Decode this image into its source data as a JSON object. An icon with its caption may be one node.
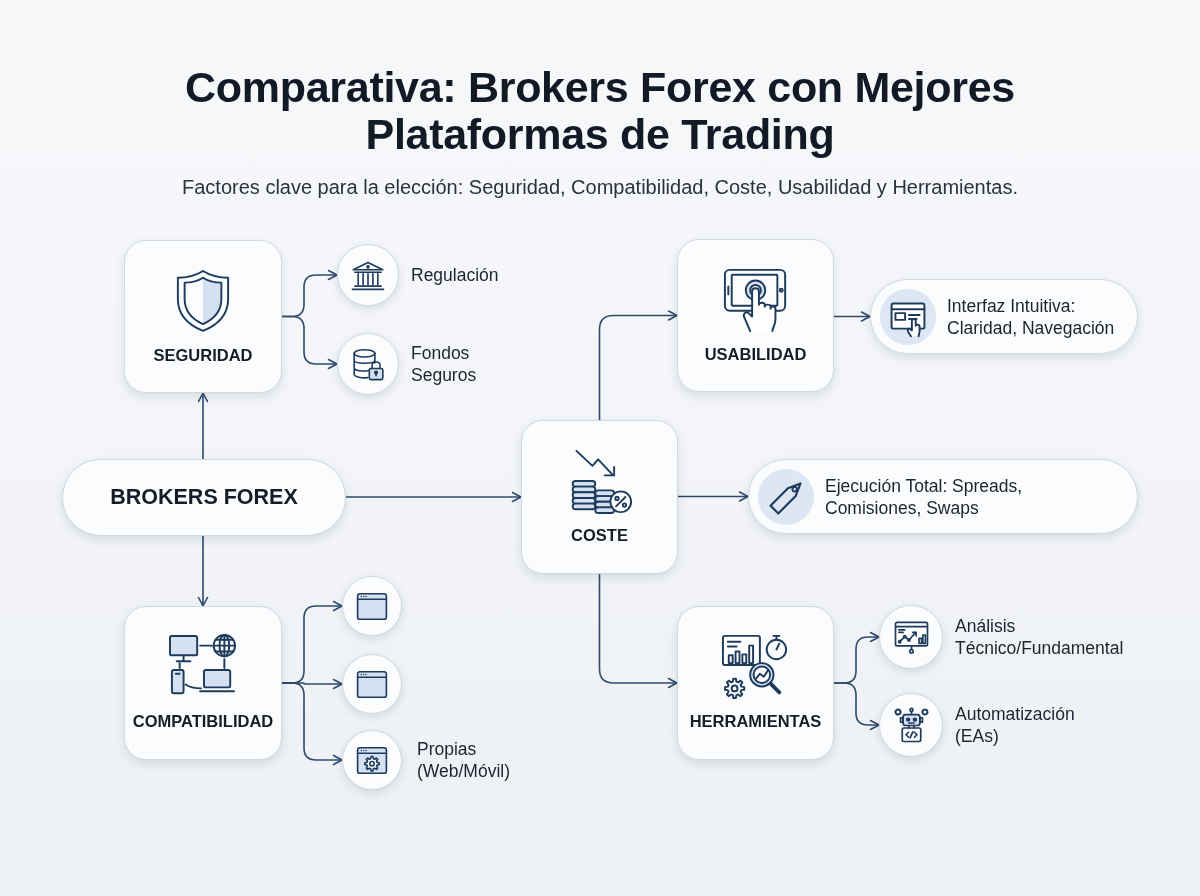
{
  "diagram": {
    "title": "Comparativa: Brokers Forex con Mejores Plataformas de Trading",
    "nodes": [
      {
        "text": [
          "BROKERS FOREX"
        ]
      },
      {
        "text": [
          "SEGURIDAD"
        ]
      },
      {
        "text": [
          "Regulación"
        ]
      },
      {
        "text": [
          "Fondos Seguros"
        ]
      },
      {
        "text": [
          "COMPATIBILIDAD"
        ]
      },
      {
        "text": [],
        "shape": "circle"
      },
      {
        "text": [],
        "shape": "circle"
      },
      {
        "text": [
          "Propias (Web/Móvil)"
        ]
      },
      {
        "text": [
          "COSTE"
        ]
      },
      {
        "text": [
          "USABILIDAD"
        ]
      },
      {
        "text": [
          "Interfaz Intuitiva: Claridad, Navegación"
        ]
      },
      {
        "text": [
          "Ejecución Total: Spreads, Comisiones, Swaps"
        ]
      },
      {
        "text": [
          "HERRAMIENTAS"
        ]
      },
      {
        "text": [
          "Análisis Técnico/Fundamental"
        ]
      },
      {
        "text": [
          "Automatización (EAs)"
        ]
      }
    ],
    "edges": [
      {
        "from": 0,
        "to": 1,
        "arrow": "to"
      },
      {
        "from": 0,
        "to": 4,
        "arrow": "to"
      },
      {
        "from": 0,
        "to": 8,
        "arrow": "to"
      },
      {
        "from": 1,
        "to": 2,
        "arrow": "to"
      },
      {
        "from": 1,
        "to": 3,
        "arrow": "to"
      },
      {
        "from": 4,
        "to": 5,
        "arrow": "to"
      },
      {
        "from": 4,
        "to": 6,
        "arrow": "to"
      },
      {
        "from": 4,
        "to": 7,
        "arrow": "to"
      },
      {
        "from": 8,
        "to": 9,
        "arrow": "to"
      },
      {
        "from": 8,
        "to": 11,
        "arrow": "to"
      },
      {
        "from": 8,
        "to": 12,
        "arrow": "to"
      },
      {
        "from": 9,
        "to": 10,
        "arrow": "to"
      },
      {
        "from": 12,
        "to": 13,
        "arrow": "to"
      },
      {
        "from": 12,
        "to": 14,
        "arrow": "to"
      }
    ],
    "labels": [
      "Factores clave para la elección: Seguridad, Compatibilidad, Coste, Usabilidad y Herramientas."
    ]
  }
}
